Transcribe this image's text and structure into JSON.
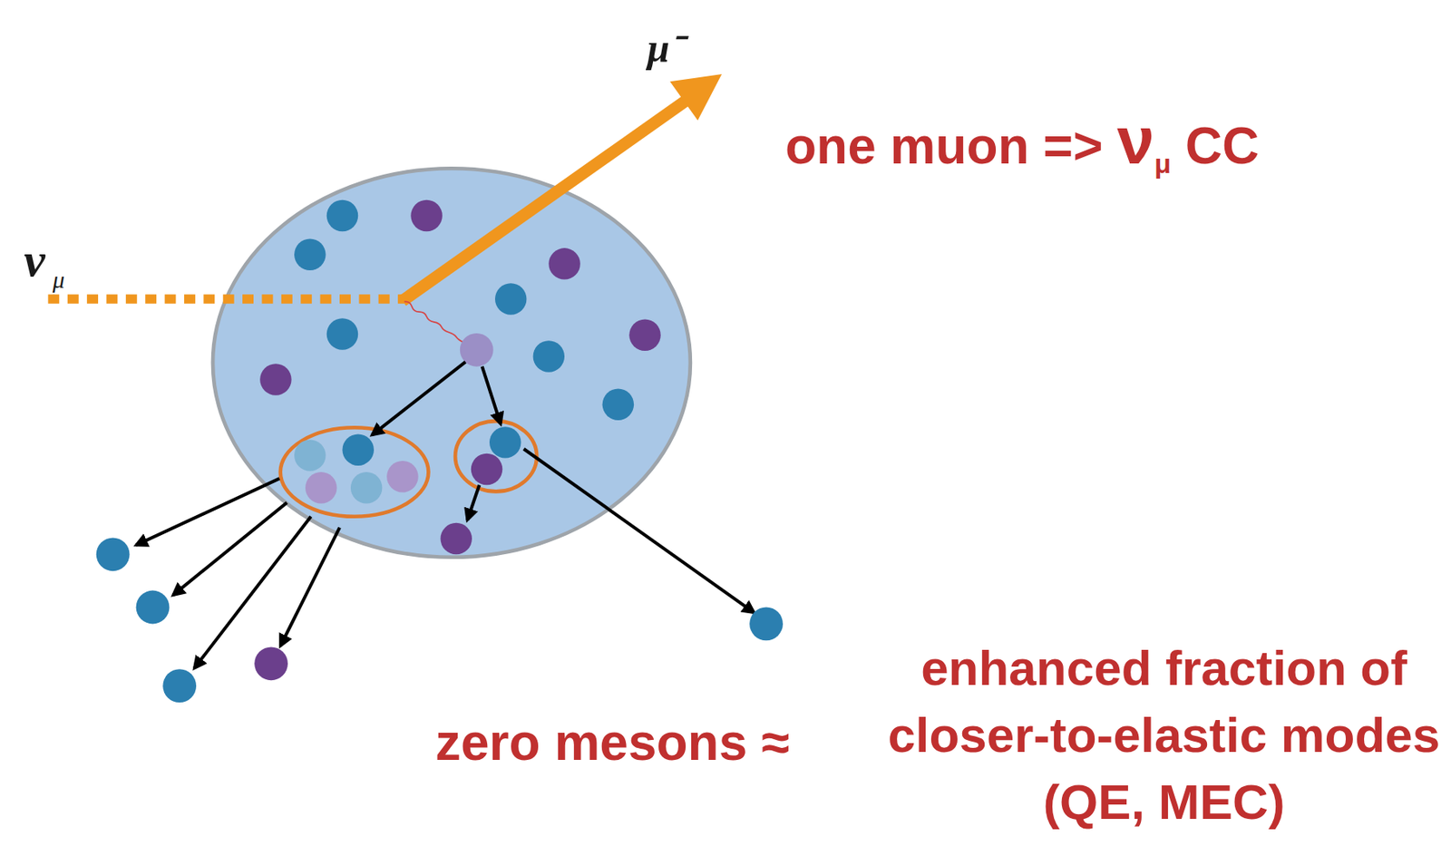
{
  "diagram": {
    "labels": [
      "μ⁻",
      "ν",
      "μ",
      "one muon =>",
      "ν",
      "μ",
      "CC",
      "zero mesons ≈",
      "enhanced fraction of closer-to-elastic modes (QE, MEC)"
    ]
  }
}
